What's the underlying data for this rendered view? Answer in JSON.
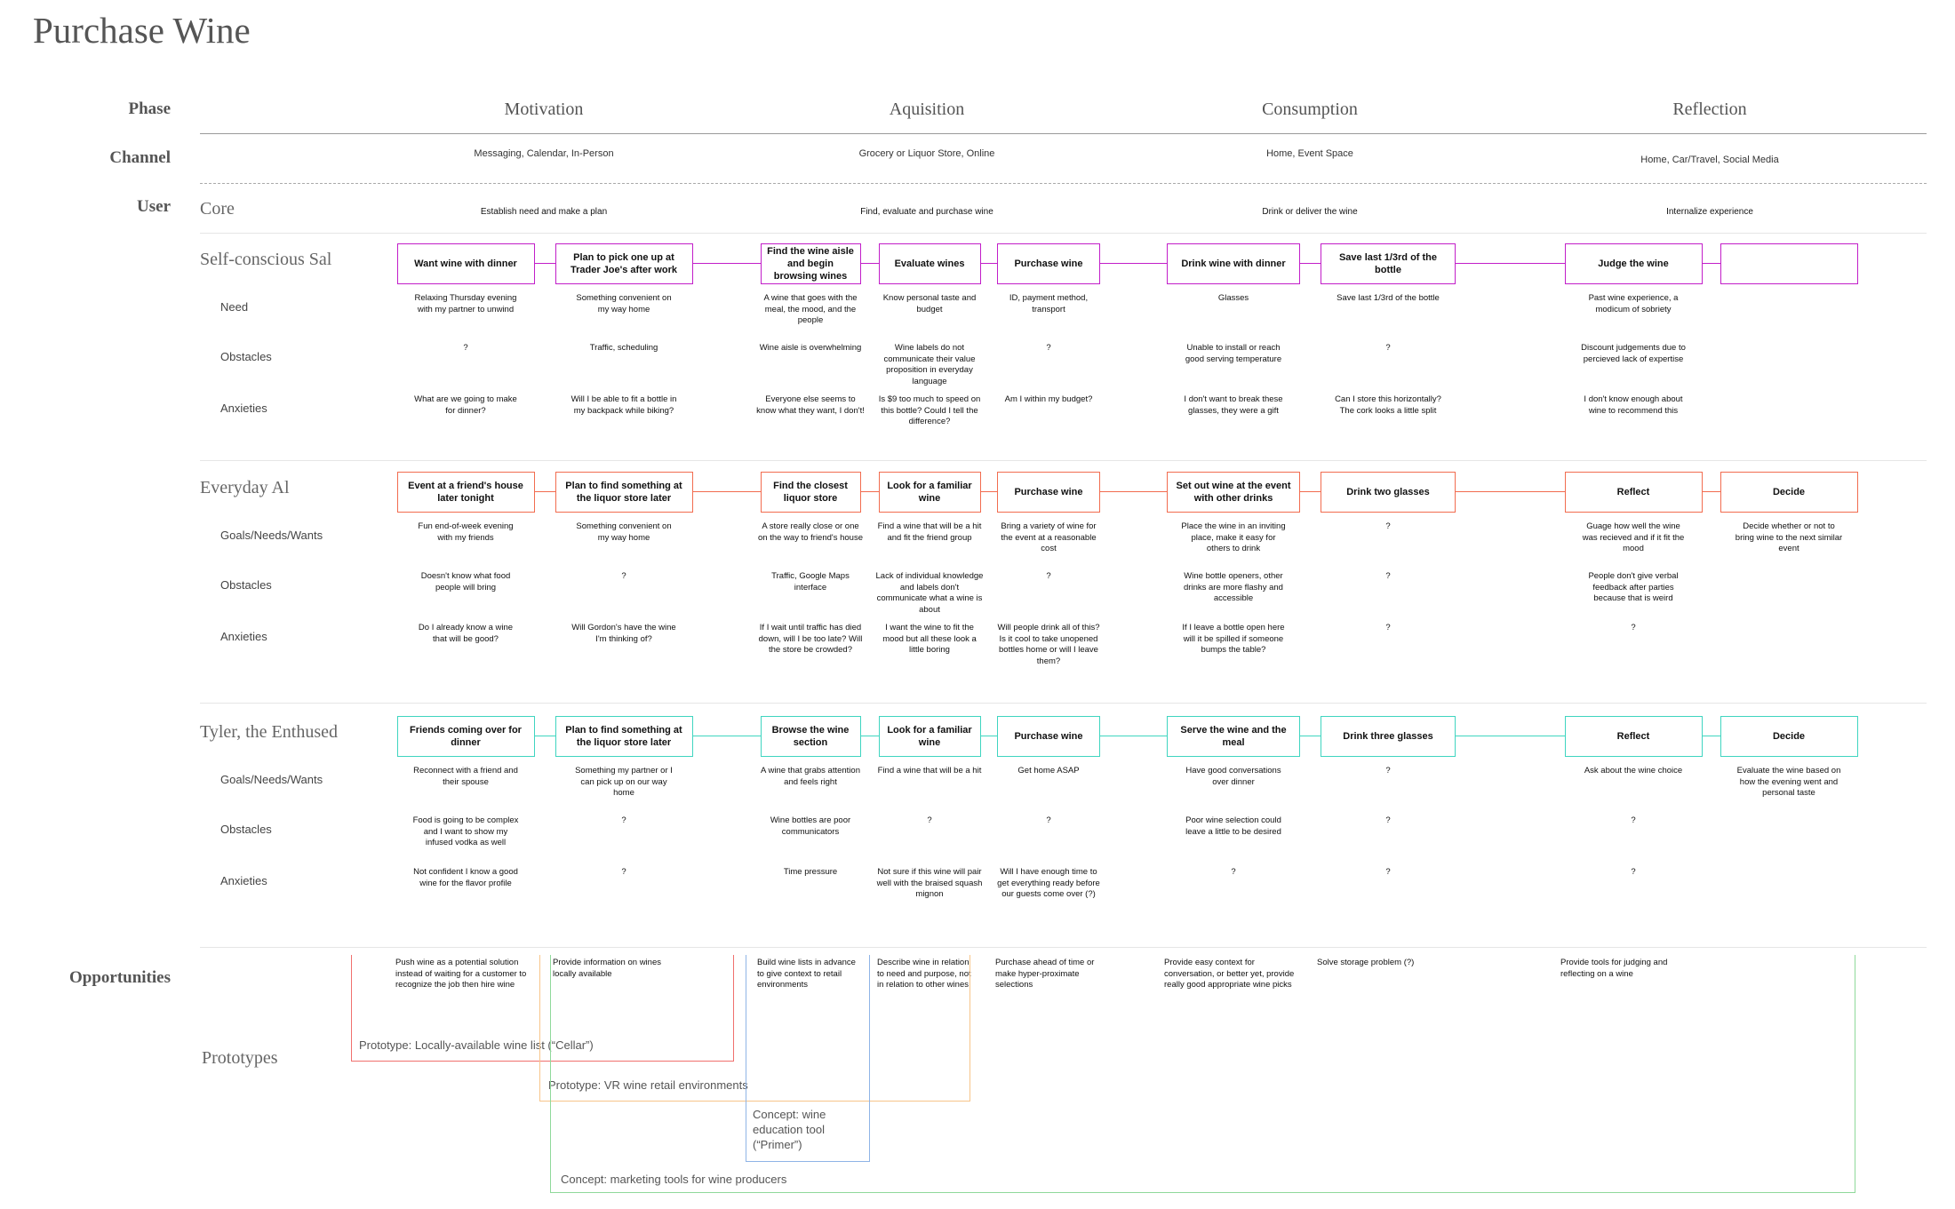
{
  "title": "Purchase Wine",
  "row_labels": {
    "phase": "Phase",
    "channel": "Channel",
    "user": "User",
    "opportunities": "Opportunities",
    "prototypes": "Prototypes"
  },
  "phases": [
    {
      "name": "Motivation",
      "channel": "Messaging, Calendar, In-Person",
      "core": "Establish need and make a plan"
    },
    {
      "name": "Aquisition",
      "channel": "Grocery or Liquor Store, Online",
      "core": "Find, evaluate and purchase wine"
    },
    {
      "name": "Consumption",
      "channel": "Home, Event Space",
      "core": "Drink or deliver the wine"
    },
    {
      "name": "Reflection",
      "channel": "Home, Car/Travel, Social Media",
      "core": "Internalize experience"
    }
  ],
  "core_label": "Core",
  "personas": [
    {
      "name": "Self-conscious Sal",
      "color": "#c21ec9",
      "row_labels": [
        "Need",
        "Obstacles",
        "Anxieties"
      ],
      "steps": [
        "Want wine with dinner",
        "Plan to pick one up at Trader Joe's after work",
        "Find the wine aisle and begin browsing wines",
        "Evaluate wines",
        "Purchase wine",
        "Drink wine with dinner",
        "Save last 1/3rd of the bottle",
        "Judge the wine",
        ""
      ],
      "rows": [
        [
          "Relaxing Thursday evening with my partner to unwind",
          "Something convenient on my way home",
          "A wine that goes with the meal, the mood, and the people",
          "Know personal taste and budget",
          "ID, payment method, transport",
          "Glasses",
          "Save last 1/3rd of the bottle",
          "Past wine experience, a modicum of sobriety",
          ""
        ],
        [
          "?",
          "Traffic, scheduling",
          "Wine aisle is overwhelming",
          "Wine labels do not communicate their value proposition in everyday language",
          "?",
          "Unable to install or reach good serving temperature",
          "?",
          "Discount judgements due to percieved lack of expertise",
          ""
        ],
        [
          "What are we going to make for dinner?",
          "Will I be able to fit a bottle in my backpack while biking?",
          "Everyone else seems to know what they want, I don't!",
          "Is $9 too much to speed on this bottle? Could I tell the difference?",
          "Am I within my budget?",
          "I don't want to break these glasses, they were a gift",
          "Can I store this horizontally? The cork looks a little split",
          "I don't know enough about wine to recommend this",
          ""
        ]
      ]
    },
    {
      "name": "Everyday Al",
      "color": "#f26c4f",
      "row_labels": [
        "Goals/Needs/Wants",
        "Obstacles",
        "Anxieties"
      ],
      "steps": [
        "Event at a friend's house later tonight",
        "Plan to find something at the liquor store later",
        "Find the closest liquor store",
        "Look for a familiar wine",
        "Purchase wine",
        "Set out wine at the event with other drinks",
        "Drink two glasses",
        "Reflect",
        "Decide"
      ],
      "rows": [
        [
          "Fun end-of-week evening with my friends",
          "Something convenient on my way home",
          "A store really close or one on the way to friend's house",
          "Find a wine that will be a hit and fit the friend group",
          "Bring a variety of wine for the event at a reasonable cost",
          "Place the wine in an inviting place, make it easy for others to drink",
          "?",
          "Guage how well the wine was recieved and if it fit the mood",
          "Decide whether or not to bring wine to the next similar event"
        ],
        [
          "Doesn't know what food people will bring",
          "?",
          "Traffic, Google Maps interface",
          "Lack of individual knowledge and labels don't communicate what a wine is about",
          "?",
          "Wine bottle openers, other drinks are more flashy and accessible",
          "?",
          "People don't give verbal feedback after parties because that is weird",
          ""
        ],
        [
          "Do I already know a wine that will be good?",
          "Will Gordon's have the wine I'm thinking of?",
          "If I wait until traffic has died down, will I be too late? Will the store be crowded?",
          "I want the wine to fit the mood but all these look a little boring",
          "Will people drink all of this? Is it cool to take unopened bottles home or will I leave them?",
          "If I leave a bottle open here will it be spilled if someone bumps the table?",
          "?",
          "?",
          ""
        ]
      ]
    },
    {
      "name": "Tyler, the Enthused",
      "color": "#3fd5c0",
      "row_labels": [
        "Goals/Needs/Wants",
        "Obstacles",
        "Anxieties"
      ],
      "steps": [
        "Friends coming over for dinner",
        "Plan to find something at the liquor store later",
        "Browse the wine section",
        "Look for a familiar wine",
        "Purchase wine",
        "Serve the wine and the meal",
        "Drink three glasses",
        "Reflect",
        "Decide"
      ],
      "rows": [
        [
          "Reconnect with a friend and their spouse",
          "Something my partner or I can pick up on our way home",
          "A wine that grabs attention and feels right",
          "Find a wine that will be a hit",
          "Get home ASAP",
          "Have good conversations over dinner",
          "?",
          "Ask about the wine choice",
          "Evaluate the wine based on how the evening went and personal taste"
        ],
        [
          "Food is going to be complex and I want to show my infused vodka as well",
          "?",
          "Wine bottles are poor communicators",
          "?",
          "?",
          "Poor wine selection could leave a little to be desired",
          "?",
          "?",
          ""
        ],
        [
          "Not confident I know a good wine for the flavor profile",
          "?",
          "Time pressure",
          "Not sure if this wine will pair well with the braised squash mignon",
          "Will I have enough time to get everything ready before our guests come over (?)",
          "?",
          "?",
          "?",
          ""
        ]
      ]
    }
  ],
  "opportunities": [
    "Push wine as a potential solution instead of waiting for a customer to recognize the job then hire wine",
    "Provide information on wines locally available",
    "Build wine lists in advance to give context to retail environments",
    "Describe wine in relation to need and purpose, not in relation to other wines",
    "Purchase ahead of time or make hyper-proximate selections",
    "Provide easy context for conversation, or better yet, provide really good appropriate wine picks",
    "Solve storage problem (?)",
    "Provide tools for judging and reflecting on a wine"
  ],
  "prototypes": [
    {
      "label": "Prototype: Locally-available wine list (“Cellar”)",
      "color": "#f0706e"
    },
    {
      "label": "Prototype: VR wine retail environments",
      "color": "#f7c58a"
    },
    {
      "label": "Concept: wine education tool (“Primer”)",
      "color": "#8fb4e6"
    },
    {
      "label": "Concept: marketing tools for wine producers",
      "color": "#8fd99a"
    }
  ]
}
